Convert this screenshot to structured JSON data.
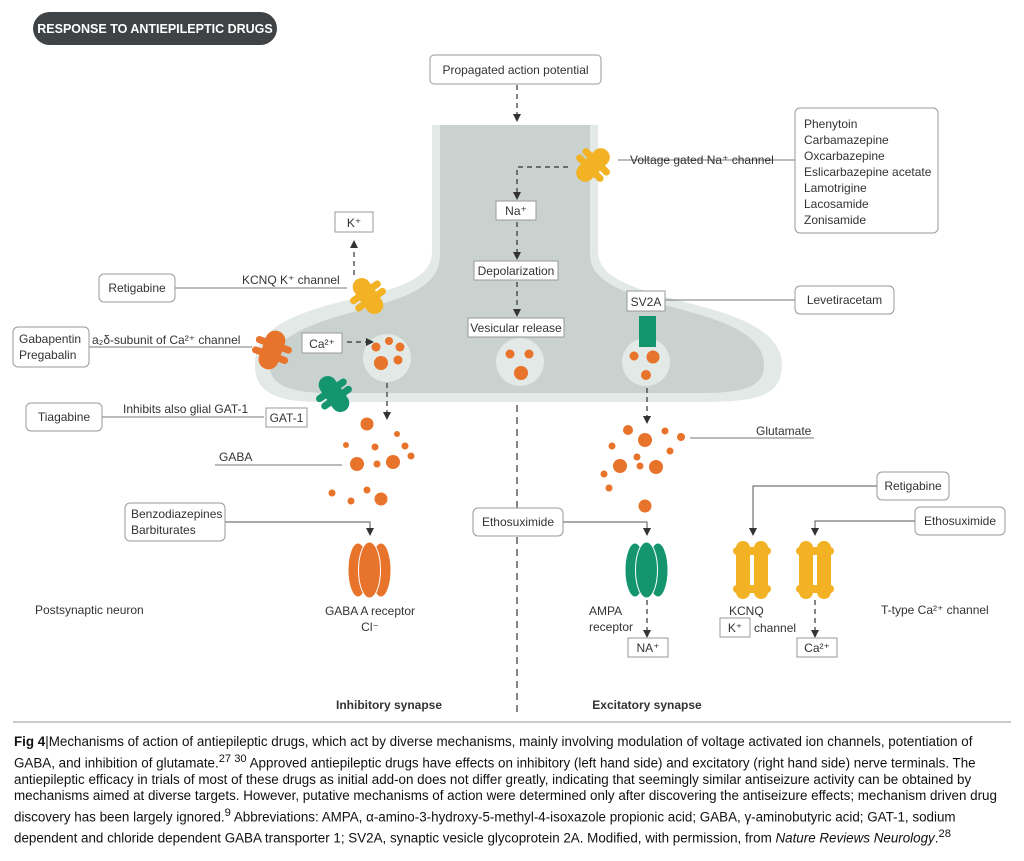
{
  "title": "RESPONSE TO ANTIEPILEPTIC DRUGS",
  "colors": {
    "orange": "#e8732a",
    "yellow": "#f3b224",
    "green": "#14956e",
    "terminal_fill": "#c9d2ce",
    "halo": "#e2e9e6",
    "membrane": "#e2815a",
    "title_bg": "#3f4345"
  },
  "labels": {
    "action_potential": "Propagated action potential",
    "na_channel": "Voltage gated Na⁺ channel",
    "na_ion": "Na⁺",
    "depolarization": "Depolarization",
    "vesicular_release": "Vesicular release",
    "k_ion": "K⁺",
    "kcnq_channel": "KCNQ K⁺ channel",
    "ca_channel": "a₂δ-subunit of Ca²⁺ channel",
    "ca_ion": "Ca²⁺",
    "gat1_note": "Inhibits also glial GAT-1",
    "gat1": "GAT-1",
    "sv2a": "SV2A",
    "glutamate": "Glutamate",
    "gaba": "GABA",
    "postsynaptic": "Postsynaptic neuron",
    "gaba_a_receptor": "GABA A receptor",
    "cl_ion": "Cl⁻",
    "ampa_line1": "AMPA",
    "ampa_line2": "receptor",
    "na_out": "NA⁺",
    "kcnq_bottom": "KCNQ",
    "k_bottom": "K⁺",
    "channel_word": "channel",
    "t_type": "T-type Ca²⁺ channel",
    "ca_out": "Ca²⁺",
    "inhibitory": "Inhibitory synapse",
    "excitatory": "Excitatory synapse"
  },
  "drugs": {
    "na_drugs": [
      "Phenytoin",
      "Carbamazepine",
      "Oxcarbazepine",
      "Eslicarbazepine acetate",
      "Lamotrigine",
      "Lacosamide",
      "Zonisamide"
    ],
    "retigabine": "Retigabine",
    "gabapentin": "Gabapentin",
    "pregabalin": "Pregabalin",
    "tiagabine": "Tiagabine",
    "levetiracetam": "Levetiracetam",
    "benzodiazepines": "Benzodiazepines",
    "barbiturates": "Barbiturates",
    "ethosuximide_left": "Ethosuximide",
    "retigabine_right": "Retigabine",
    "ethosuximide_right": "Ethosuximide"
  },
  "caption": {
    "prefix": "Fig 4",
    "part1": "Mechanisms of action of antiepileptic drugs, which act by diverse mechanisms, mainly involving modulation of voltage activated ion channels, potentiation of GABA, and inhibition of glutamate.",
    "ref1": "27 30",
    "part2": " Approved antiepileptic drugs have effects on inhibitory (left hand side) and excitatory (right hand side) nerve terminals. The antiepileptic efficacy in trials of most of these drugs as initial add-on does not differ greatly, indicating that seemingly similar antiseizure activity can be obtained by mechanisms aimed at diverse targets. However, putative mechanisms of action were determined only after discovering the antiseizure effects; mechanism driven drug discovery has been largely ignored.",
    "ref2": "9",
    "part3": " Abbreviations: AMPA, α-amino-3-hydroxy-5-methyl-4-isoxazole propionic acid; GABA, γ-aminobutyric acid; GAT-1, sodium dependent and chloride dependent GABA transporter 1; SV2A, synaptic vesicle glycoprotein 2A. Modified, with permission, from ",
    "source": "Nature Reviews Neurology",
    "part4": ".",
    "ref3": "28"
  }
}
